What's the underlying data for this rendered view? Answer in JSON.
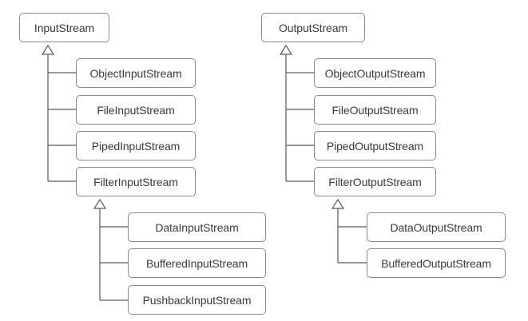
{
  "input_tree": {
    "root": "InputStream",
    "children": [
      "ObjectInputStream",
      "FileInputStream",
      "PipedInputStream",
      "FilterInputStream"
    ],
    "filter_children": [
      "DataInputStream",
      "BufferedInputStream",
      "PushbackInputStream"
    ]
  },
  "output_tree": {
    "root": "OutputStream",
    "children": [
      "ObjectOutputStream",
      "FileOutputStream",
      "PipedOutputStream",
      "FilterOutputStream"
    ],
    "filter_children": [
      "DataOutputStream",
      "BufferedOutputStream"
    ]
  }
}
